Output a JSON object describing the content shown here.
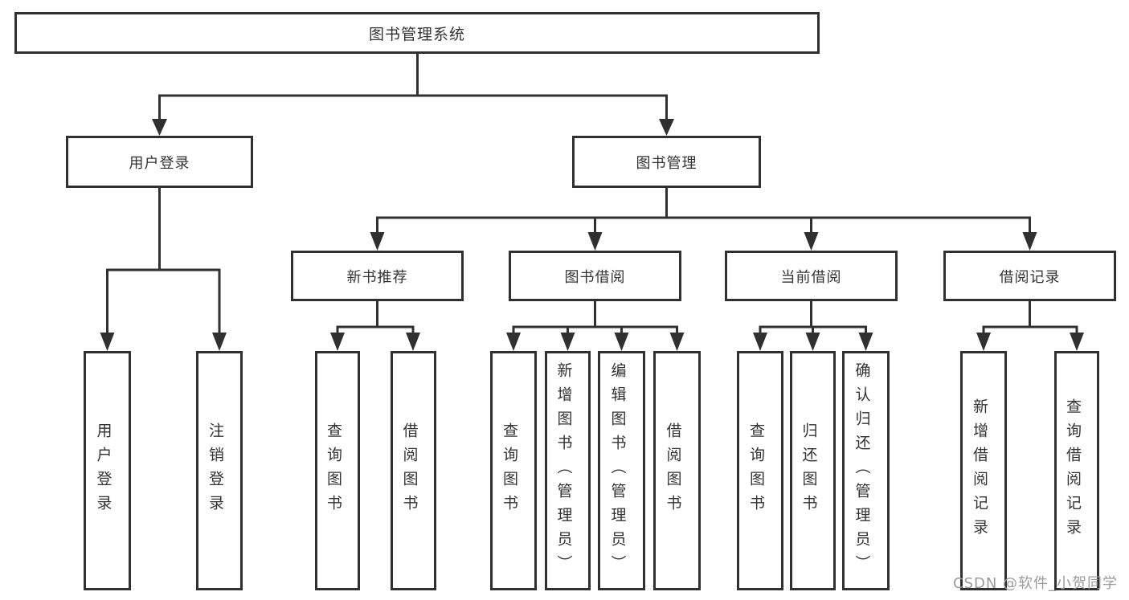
{
  "tree": {
    "label": "图书管理系统",
    "children": [
      {
        "label": "用户登录",
        "children": [
          {
            "label": "用户登录"
          },
          {
            "label": "注销登录"
          }
        ]
      },
      {
        "label": "图书管理",
        "children": [
          {
            "label": "新书推荐",
            "children": [
              {
                "label": "查询图书"
              },
              {
                "label": "借阅图书"
              }
            ]
          },
          {
            "label": "图书借阅",
            "children": [
              {
                "label": "查询图书"
              },
              {
                "label": "新增图书（管理员）"
              },
              {
                "label": "编辑图书（管理员）"
              },
              {
                "label": "借阅图书"
              }
            ]
          },
          {
            "label": "当前借阅",
            "children": [
              {
                "label": "查询图书"
              },
              {
                "label": "归还图书"
              },
              {
                "label": "确认归还（管理员）"
              }
            ]
          },
          {
            "label": "借阅记录",
            "children": [
              {
                "label": "新增借阅记录"
              },
              {
                "label": "查询借阅记录"
              }
            ]
          }
        ]
      }
    ]
  },
  "watermark": {
    "text": "CSDN @软件_小贺同学"
  },
  "colors": {
    "line": "#303030",
    "box_border": "#303030",
    "text": "#333333",
    "background": "#ffffff",
    "watermark": "#9c9c9c"
  }
}
